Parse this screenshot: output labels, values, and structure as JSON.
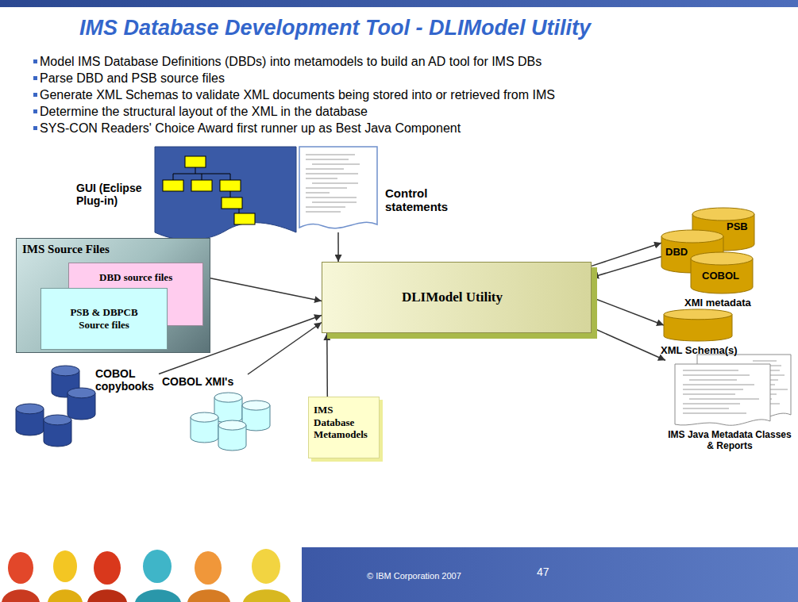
{
  "diagram": {
    "title": "IMS Database Development Tool - DLIModel Utility",
    "nodes": [
      {
        "text": [
          "GUI (Eclipse Plug-in)"
        ]
      },
      {
        "text": [
          "Control statements"
        ]
      },
      {
        "text": [
          "PSB"
        ]
      },
      {
        "text": [
          "DBD"
        ]
      },
      {
        "text": [
          "COBOL"
        ]
      },
      {
        "text": [
          "IMS Source Files"
        ]
      },
      {
        "text": [
          "DBD source files"
        ],
        "in": 5
      },
      {
        "text": [
          "PSB & DBPCB Source files"
        ],
        "in": 5
      },
      {
        "text": [
          "DLIModel Utility"
        ]
      },
      {
        "text": [
          "XML Schema(s)"
        ]
      },
      {
        "text": [
          "COBOL copybooks"
        ]
      },
      {
        "text": [
          "COBOL XMI's"
        ]
      },
      {
        "text": [
          "IMS Database Metamodels"
        ]
      },
      {
        "text": [
          "IMS Java Metadata Classes & Reports"
        ]
      }
    ],
    "edges": [
      {
        "from": 1,
        "to": 8,
        "arrow": "to"
      },
      {
        "from": 5,
        "to": 8,
        "arrow": "to"
      },
      {
        "from": 10,
        "to": 8,
        "arrow": "to"
      },
      {
        "from": 11,
        "to": 8,
        "arrow": "to"
      },
      {
        "from": 12,
        "to": 8,
        "arrow": "to"
      },
      {
        "from": 8,
        "to": 3,
        "arrow": "to"
      },
      {
        "from": 3,
        "to": 8,
        "arrow": "to"
      },
      {
        "from": 8,
        "to": 9,
        "arrow": "to"
      },
      {
        "from": 8,
        "to": 13,
        "arrow": "to"
      }
    ],
    "labels": [
      "Model IMS Database Definitions (DBDs) into metamodels to build an AD tool for IMS DBs",
      "Parse DBD and PSB source files",
      "Generate XML Schemas to validate XML documents being stored into or retrieved from IMS",
      "Determine the structural layout of the XML in the database",
      "SYS-CON Readers' Choice Award first runner up as Best Java Component",
      "XMI metadata",
      "© IBM Corporation 2007",
      "47"
    ]
  }
}
